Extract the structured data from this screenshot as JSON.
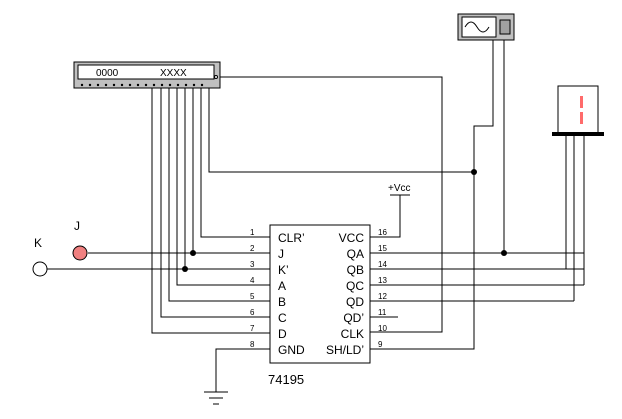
{
  "word_generator": {
    "left_value": "0000",
    "right_value": "XXXX"
  },
  "power": {
    "label": "+Vcc"
  },
  "switches": {
    "k_label": "K",
    "j_label": "J"
  },
  "chip": {
    "name": "74195",
    "left_pins": [
      {
        "num": "1",
        "label": "CLR’"
      },
      {
        "num": "2",
        "label": "J"
      },
      {
        "num": "3",
        "label": "K’"
      },
      {
        "num": "4",
        "label": "A"
      },
      {
        "num": "5",
        "label": "B"
      },
      {
        "num": "6",
        "label": "C"
      },
      {
        "num": "7",
        "label": "D"
      },
      {
        "num": "8",
        "label": "GND"
      }
    ],
    "right_pins": [
      {
        "num": "16",
        "label": "VCC"
      },
      {
        "num": "15",
        "label": "QA"
      },
      {
        "num": "14",
        "label": "QB"
      },
      {
        "num": "13",
        "label": "QC"
      },
      {
        "num": "12",
        "label": "QD"
      },
      {
        "num": "11",
        "label": "QD’"
      },
      {
        "num": "10",
        "label": "CLK"
      },
      {
        "num": "9",
        "label": "SH/LD’"
      }
    ]
  },
  "display": {
    "digit": "1"
  },
  "colors": {
    "j_switch": "#f08080",
    "display_segment": "#ff6b6b",
    "instrument_gray": "#c0c0c0"
  },
  "icons": {
    "oscilloscope": "oscilloscope-icon",
    "ground": "ground-icon"
  }
}
